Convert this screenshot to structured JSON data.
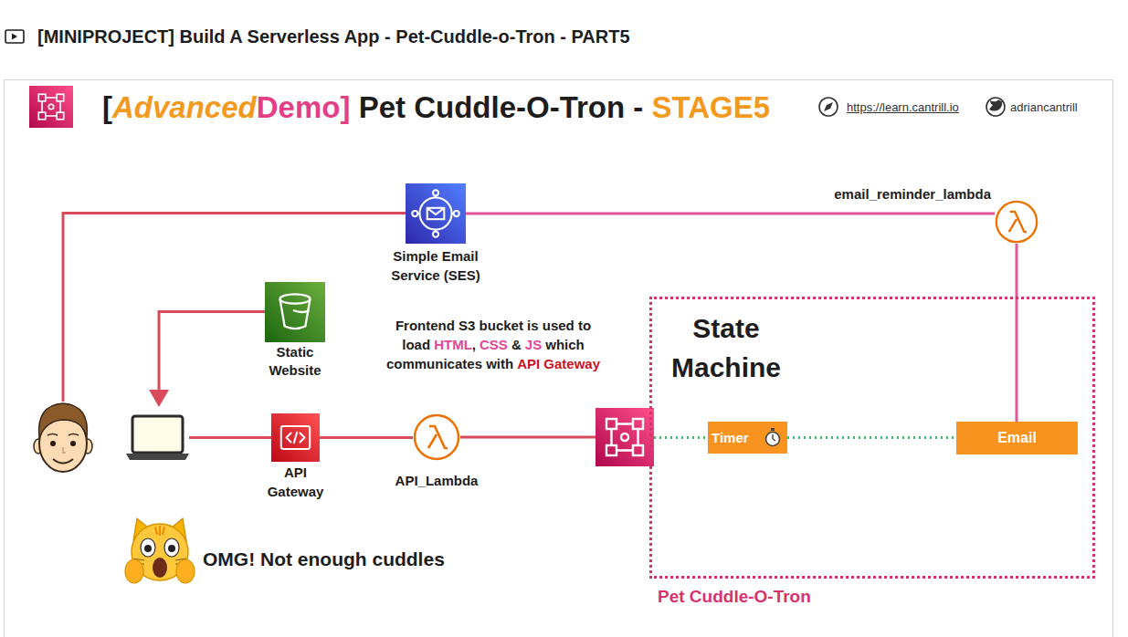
{
  "diagram": {
    "title": "[MINIPROJECT] Build A Serverless App - Pet-Cuddle-o-Tron - PART5",
    "nodes": [
      {
        "text": [
          "Simple Email Service (SES)"
        ]
      },
      {
        "text": [
          "email_reminder_lambda"
        ]
      },
      {
        "text": [
          "Static Website"
        ]
      },
      {
        "text": [
          "State Machine",
          "Pet Cuddle-O-Tron"
        ]
      },
      {
        "text": [
          "Timer"
        ],
        "in": 3
      },
      {
        "text": [
          "Email"
        ],
        "in": 3
      },
      {
        "text": [
          "API Gateway"
        ]
      },
      {
        "text": [
          "API_Lambda"
        ]
      }
    ],
    "edges": [
      {
        "from": 0,
        "to": 1,
        "arrow": "none"
      },
      {
        "from": 1,
        "to": 5,
        "arrow": "none"
      },
      {
        "from": 4,
        "to": 5,
        "arrow": "none"
      },
      {
        "from": 6,
        "to": 7,
        "arrow": "none"
      },
      {
        "from": 7,
        "to": 3,
        "arrow": "none"
      }
    ],
    "labels": [
      "[",
      "Advanced",
      "Demo]",
      "Pet Cuddle-O-Tron -",
      "STAGE5",
      "https://learn.cantrill.io",
      "adriancantrill",
      "Frontend S3 bucket is used to",
      "load",
      "HTML",
      ",",
      "CSS",
      "&",
      "JS",
      "which",
      "communicates with",
      "API Gateway",
      "OMG! Not enough cuddles"
    ]
  }
}
